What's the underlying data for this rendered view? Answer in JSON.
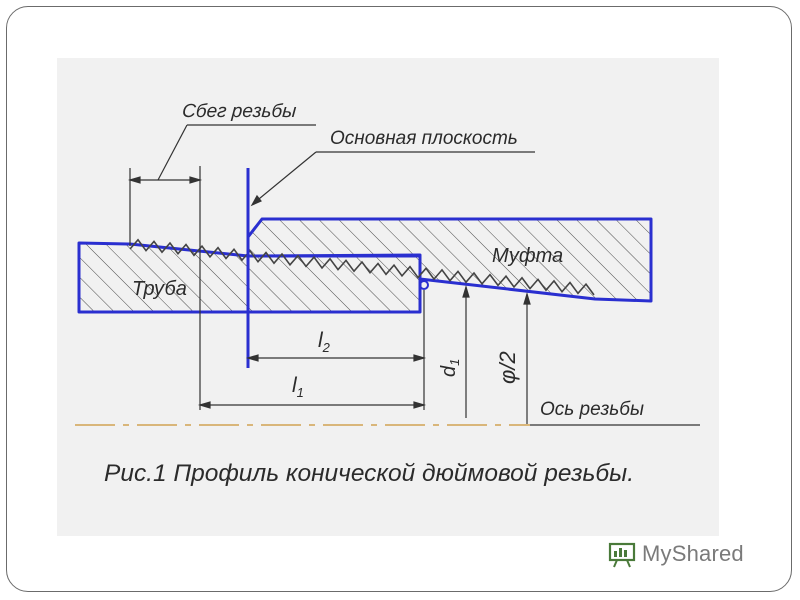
{
  "diagram": {
    "labels": {
      "thread_runout": "Сбег резьбы",
      "base_plane": "Основная плоскость",
      "pipe": "Труба",
      "coupling": "Муфта",
      "l2": "l",
      "l2_sub": "2",
      "l1": "l",
      "l1_sub": "1",
      "d1": "d",
      "d1_sub": "1",
      "phi_half": "φ/2",
      "thread_axis": "Ось резьбы"
    },
    "caption": "Рис.1 Профиль конической дюймовой резьбы.",
    "colors": {
      "outline": "#2a2fd0",
      "hatch": "#444444",
      "dimension": "#333333",
      "axis": "#d9b67a",
      "thread": "#444444"
    }
  },
  "watermark": {
    "text": "MyShared",
    "icon": "presentation-board-icon"
  }
}
